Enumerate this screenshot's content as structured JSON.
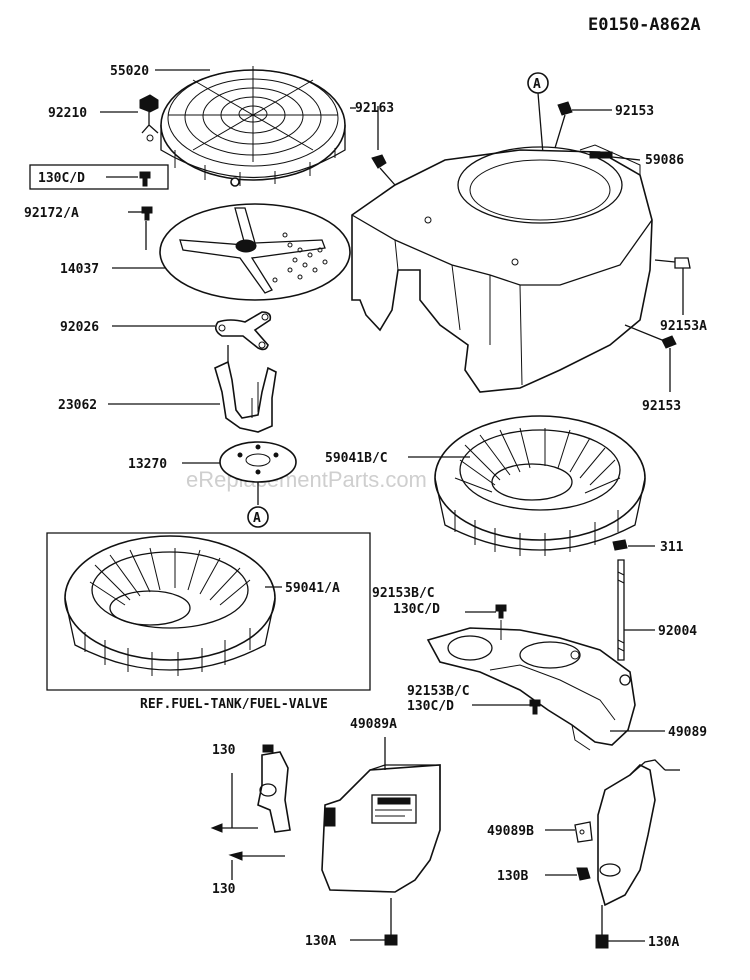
{
  "diagram_code": "E0150-A862A",
  "watermark": "eReplacementParts.com",
  "reference_marker": "A",
  "reference_note": "REF.FUEL-TANK/FUEL-VALVE",
  "labels": {
    "p55020": "55020",
    "p92210": "92210",
    "p130c_d_box": "130C/D",
    "p92172a": "92172/A",
    "p14037": "14037",
    "p92026": "92026",
    "p23062": "23062",
    "p13270": "13270",
    "p92163": "92163",
    "p92153_top": "92153",
    "p59086": "59086",
    "p92153a": "92153A",
    "p92153_right": "92153",
    "p59041bc": "59041B/C",
    "p311": "311",
    "p59041a": "59041/A",
    "p92153bc_1": "92153B/C",
    "p130cd_1": "130C/D",
    "p92004": "92004",
    "p92153bc_2": "92153B/C",
    "p130cd_2": "130C/D",
    "p49089": "49089",
    "p49089a": "49089A",
    "p130_top": "130",
    "p130_bottom": "130",
    "p130a_left": "130A",
    "p49089b": "49089B",
    "p130b": "130B",
    "p130a_right": "130A"
  }
}
